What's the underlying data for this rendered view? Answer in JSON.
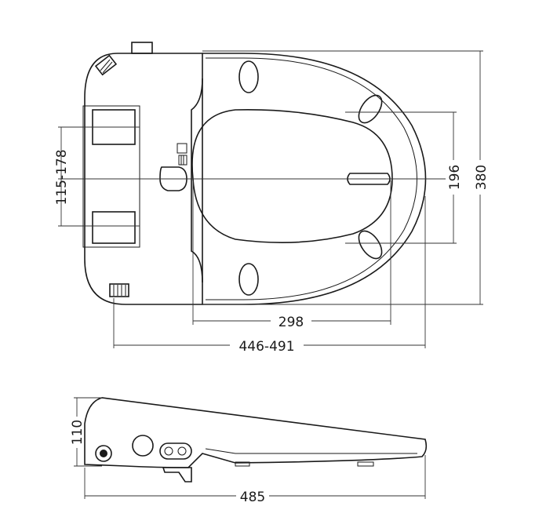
{
  "drawing": {
    "top_view": {
      "dimensions": {
        "mount_range": "115-178",
        "seat_width": "196",
        "overall_width": "380",
        "opening_length": "298",
        "length_range": "446-491"
      }
    },
    "side_view": {
      "dimensions": {
        "height": "110",
        "overall_length": "485"
      }
    }
  }
}
